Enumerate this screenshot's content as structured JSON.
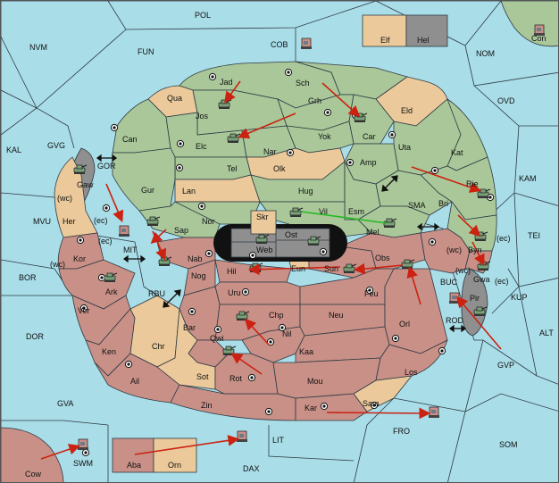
{
  "colors": {
    "sea": "#a9dde8",
    "green_power": "#a9c799",
    "neutral_tan": "#ebc99a",
    "red_power": "#c89087",
    "impassable": "#8f8f8f",
    "order_arrow": "#cc2211",
    "support_line": "#22bb22"
  },
  "sea_labels": [
    "POL",
    "NVM",
    "FUN",
    "COB",
    "NOM",
    "OVD",
    "KAL",
    "GVG",
    "GOR",
    "KAM",
    "SMA",
    "TEI",
    "MVU",
    "MIT",
    "BOR",
    "RBU",
    "BUC",
    "KUP",
    "DOR",
    "ROD",
    "ALT",
    "GVP",
    "GVA",
    "FRO",
    "SOM",
    "LIT",
    "SWM",
    "DAX",
    "Con",
    "Elf",
    "Hel"
  ],
  "land_labels": [
    "Jad",
    "Sch",
    "Qua",
    "Jos",
    "Grh",
    "Eld",
    "Can",
    "Car",
    "Yok",
    "Elc",
    "Nar",
    "Uta",
    "Kat",
    "Amp",
    "Olk",
    "Tel",
    "Gaw",
    "Gur",
    "Lan",
    "Hug",
    "Rie",
    "Esm",
    "Vil",
    "Her",
    "Nor",
    "Skr",
    "Sap",
    "Ost",
    "Mel",
    "Bri",
    "Kor",
    "Web",
    "Byn",
    "Nab",
    "Obs",
    "Eun",
    "Sun",
    "Gwa",
    "Hil",
    "Nog",
    "Pir",
    "Ark",
    "Uru",
    "Feu",
    "Ver",
    "Chp",
    "Neu",
    "Bar",
    "Qwi",
    "Orl",
    "Nil",
    "Ken",
    "Chr",
    "Kaa",
    "Ail",
    "Rot",
    "Sot",
    "Mou",
    "Los",
    "Sam",
    "Zin",
    "Kar",
    "Cow",
    "Aba",
    "Orn"
  ],
  "coast_notes": [
    "(wc)",
    "(ec)",
    "(ec)",
    "(wc)",
    "(wc)",
    "(ec)",
    "(wc)",
    "(ec)"
  ]
}
